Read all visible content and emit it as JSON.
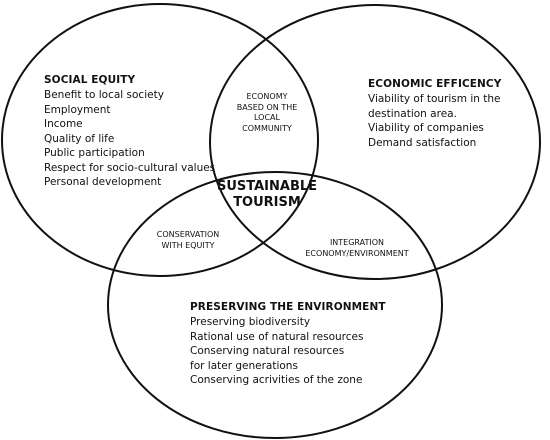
{
  "social_equity": {
    "title": "SOCIAL EQUITY",
    "items": [
      "Benefit to local society",
      "Employment",
      "Income",
      "Quality of life",
      "Public participation",
      "Respect for socio-cultural values",
      "Personal development"
    ]
  },
  "economic_efficiency": {
    "title": "ECONOMIC EFFICENCY",
    "items": [
      "Viability of tourism in the",
      "destination area.",
      "Viability of companies",
      "Demand satisfaction"
    ]
  },
  "environment": {
    "title": "PRESERVING THE ENVIRONMENT",
    "items": [
      "Preserving biodiversity",
      "Rational use of natural resources",
      "Conserving natural resources",
      "for later generations",
      "Conserving acrivities of the zone"
    ]
  },
  "overlaps": {
    "social_economic": [
      "ECONOMY",
      "BASED ON THE",
      "LOCAL",
      "COMMUNITY"
    ],
    "social_environment": [
      "CONSERVATION",
      "WITH EQUITY"
    ],
    "economic_environment": [
      "INTEGRATION",
      "ECONOMY/ENVIRONMENT"
    ]
  },
  "center": [
    "SUSTAINABLE",
    "TOURISM"
  ]
}
